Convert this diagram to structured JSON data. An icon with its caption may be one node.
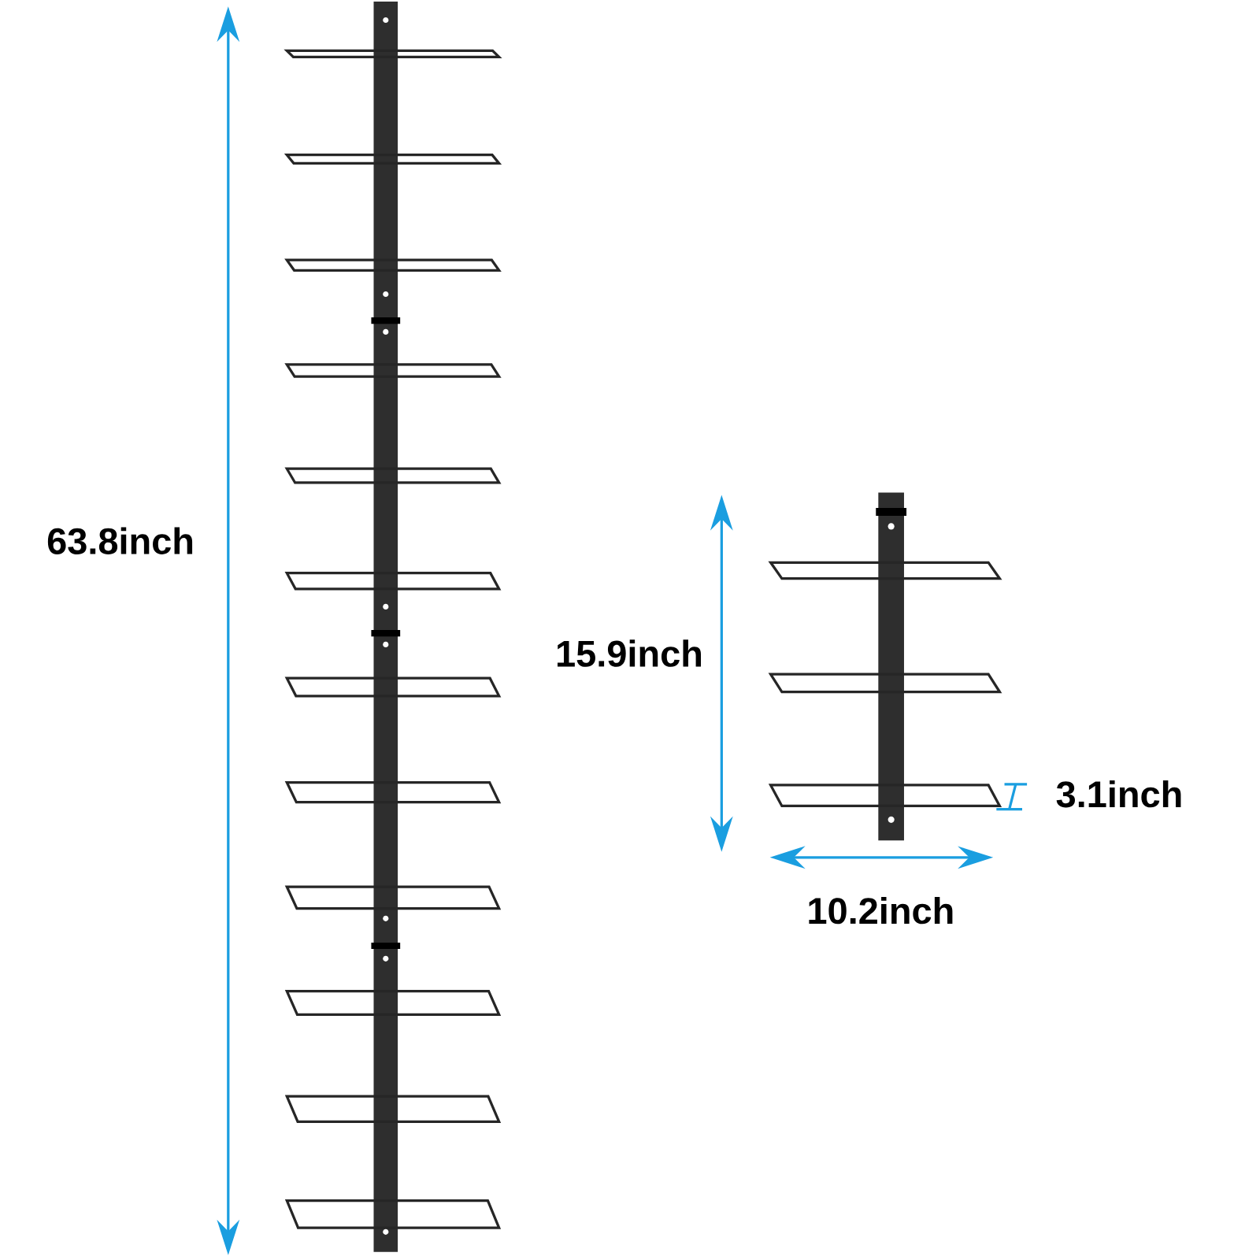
{
  "diagram": {
    "labels": [
      "63.8inch",
      "15.9inch",
      "3.1inch",
      "10.2inch"
    ]
  }
}
